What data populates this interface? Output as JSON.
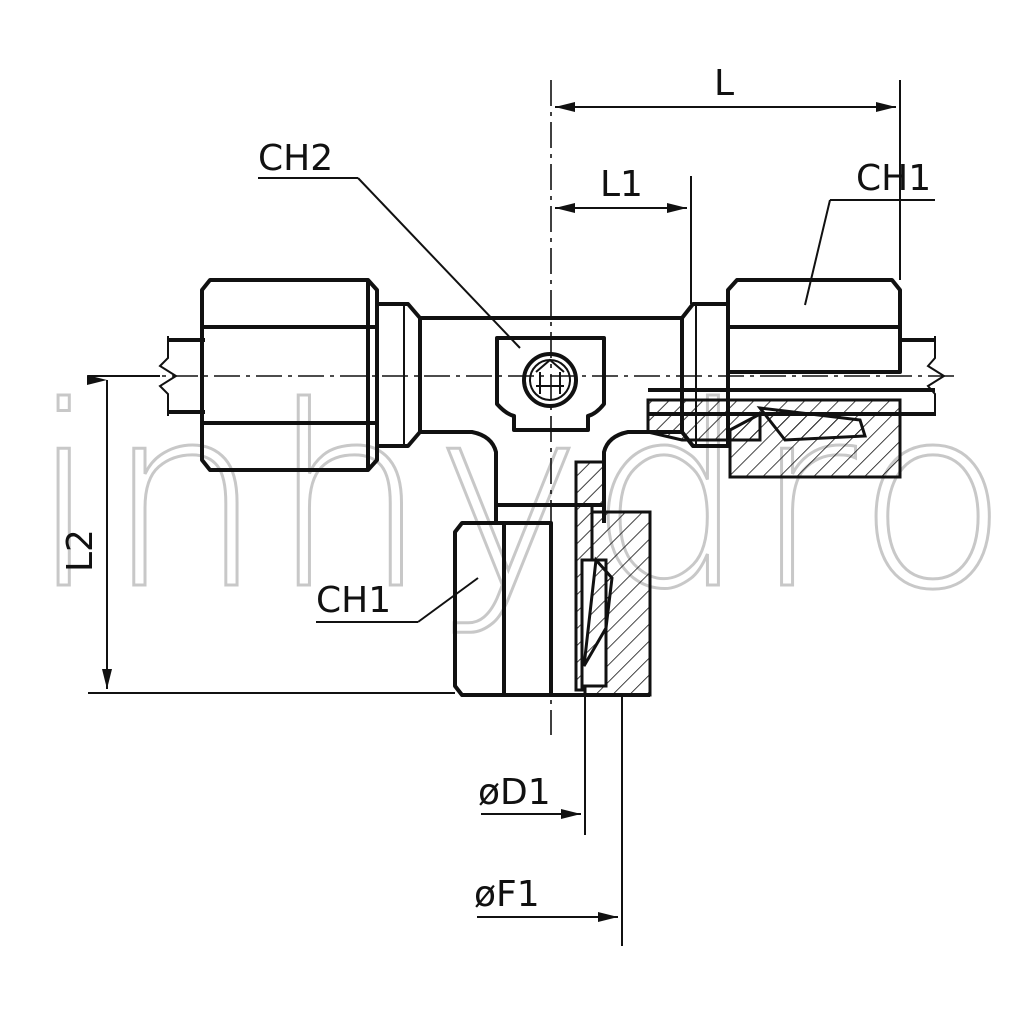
{
  "watermark": "inhydro",
  "labels": {
    "L": "L",
    "L1": "L1",
    "L2": "L2",
    "CH2": "CH2",
    "CH1_right": "CH1",
    "CH1_bottom": "CH1",
    "D1": "øD1",
    "F1": "øF1"
  },
  "colors": {
    "line": "#111111",
    "watermark": "#c8c8c8",
    "background": "#ffffff"
  }
}
